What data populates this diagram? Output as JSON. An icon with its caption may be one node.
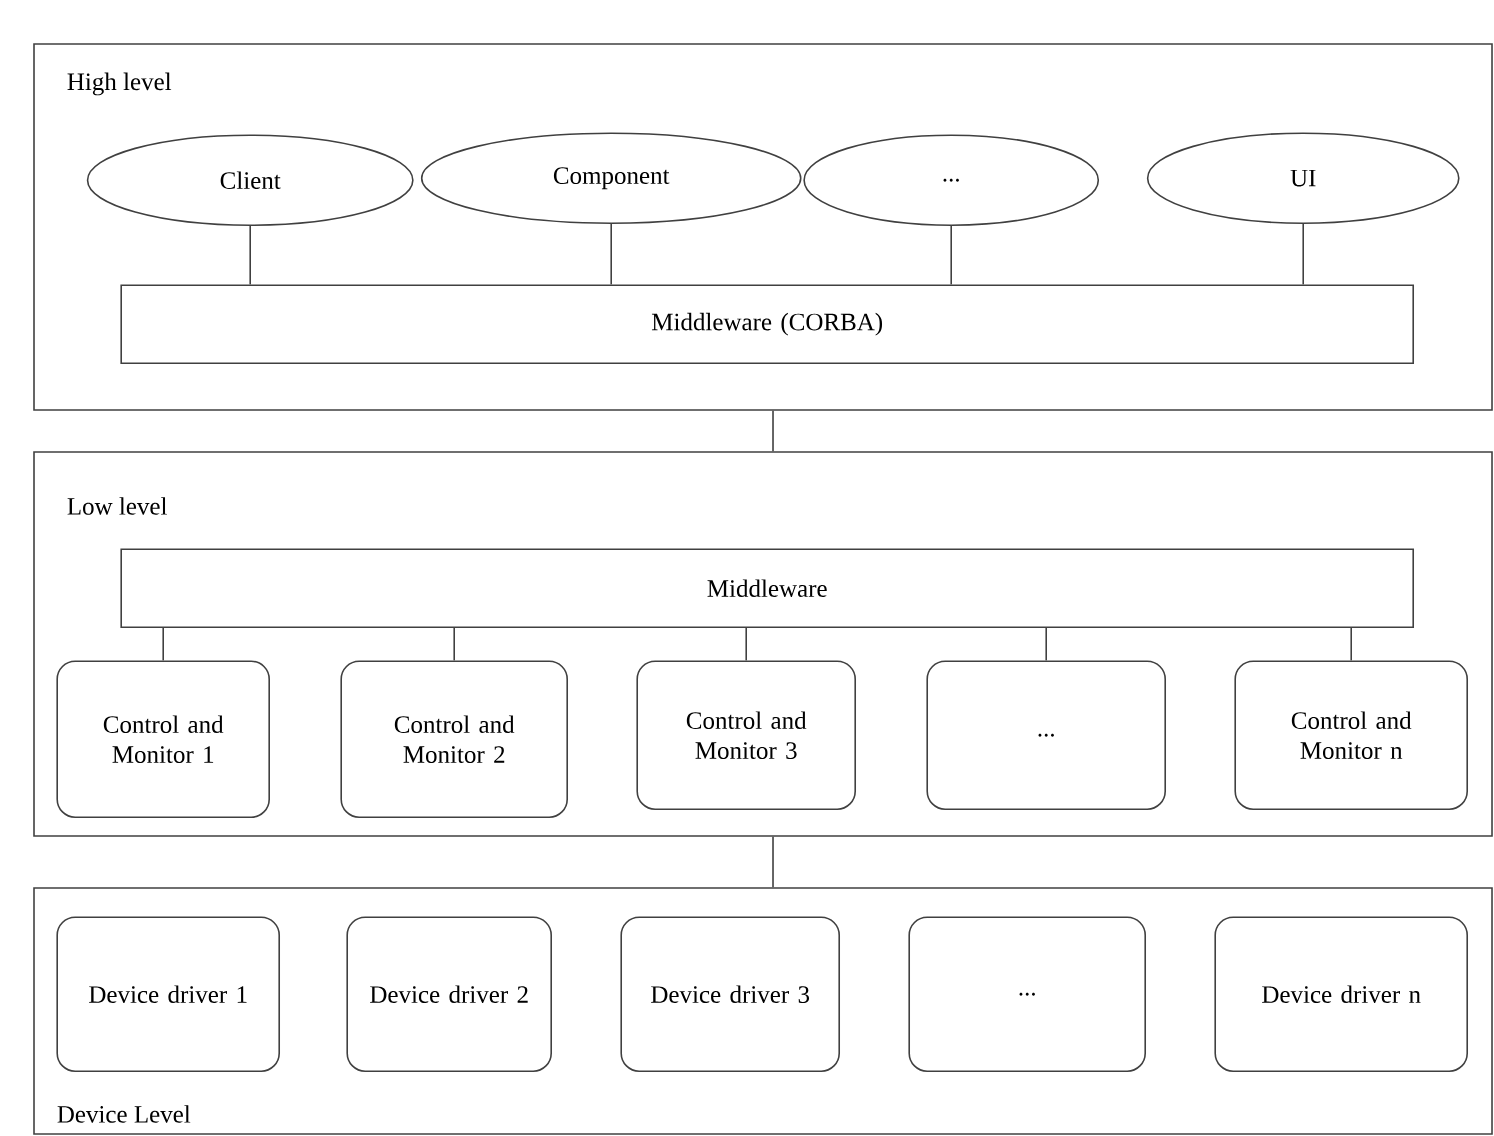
{
  "diagram": {
    "nodes": [
      {
        "text": [
          "High level"
        ]
      },
      {
        "text": [
          "Client"
        ],
        "in": 0
      },
      {
        "text": [
          "Component"
        ],
        "in": 0
      },
      {
        "text": [
          "..."
        ],
        "in": 0
      },
      {
        "text": [
          "UI"
        ],
        "in": 0
      },
      {
        "text": [
          "Middleware (CORBA)"
        ],
        "in": 0
      },
      {
        "text": [
          "Low level"
        ]
      },
      {
        "text": [
          "Middleware"
        ],
        "in": 6
      },
      {
        "text": [
          "Control and Monitor 1"
        ],
        "in": 6
      },
      {
        "text": [
          "Control and Monitor 2"
        ],
        "in": 6
      },
      {
        "text": [
          "Control and Monitor 3"
        ],
        "in": 6
      },
      {
        "text": [
          "..."
        ],
        "in": 6
      },
      {
        "text": [
          "Control and Monitor n"
        ],
        "in": 6
      },
      {
        "text": [
          "Device Level"
        ]
      },
      {
        "text": [
          "Device driver 1"
        ],
        "in": 13
      },
      {
        "text": [
          "Device driver 2"
        ],
        "in": 13
      },
      {
        "text": [
          "Device driver 3"
        ],
        "in": 13
      },
      {
        "text": [
          "..."
        ],
        "in": 13
      },
      {
        "text": [
          "Device driver n"
        ],
        "in": 13
      }
    ],
    "edges": [
      {
        "from": 1,
        "to": 5,
        "arrow": "none"
      },
      {
        "from": 2,
        "to": 5,
        "arrow": "none"
      },
      {
        "from": 3,
        "to": 5,
        "arrow": "none"
      },
      {
        "from": 4,
        "to": 5,
        "arrow": "none"
      },
      {
        "from": 0,
        "to": 6,
        "arrow": "none"
      },
      {
        "from": 7,
        "to": 8,
        "arrow": "none"
      },
      {
        "from": 7,
        "to": 9,
        "arrow": "none"
      },
      {
        "from": 7,
        "to": 10,
        "arrow": "none"
      },
      {
        "from": 7,
        "to": 11,
        "arrow": "none"
      },
      {
        "from": 7,
        "to": 12,
        "arrow": "none"
      },
      {
        "from": 6,
        "to": 13,
        "arrow": "none"
      }
    ]
  }
}
